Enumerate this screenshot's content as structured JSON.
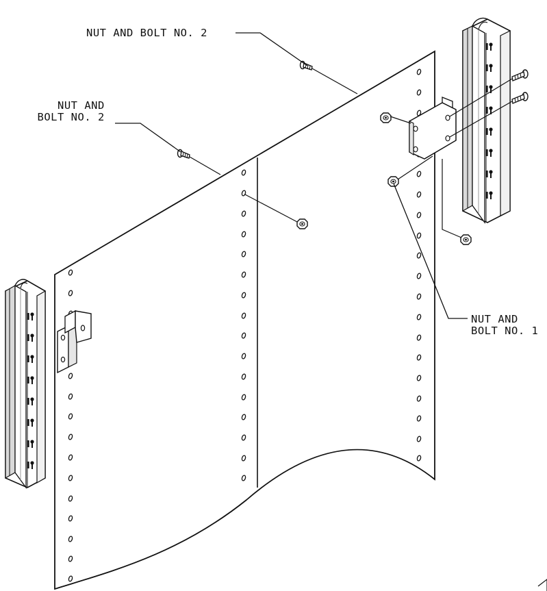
{
  "callouts": {
    "top": {
      "lines": [
        "NUT AND BOLT NO. 2"
      ]
    },
    "left": {
      "lines": [
        "NUT AND",
        "BOLT NO. 2"
      ]
    },
    "right": {
      "lines": [
        "NUT AND",
        "BOLT NO. 1"
      ]
    }
  },
  "colors": {
    "line": "#111111",
    "fill": "#ffffff",
    "shade": "#9a9a9a"
  }
}
